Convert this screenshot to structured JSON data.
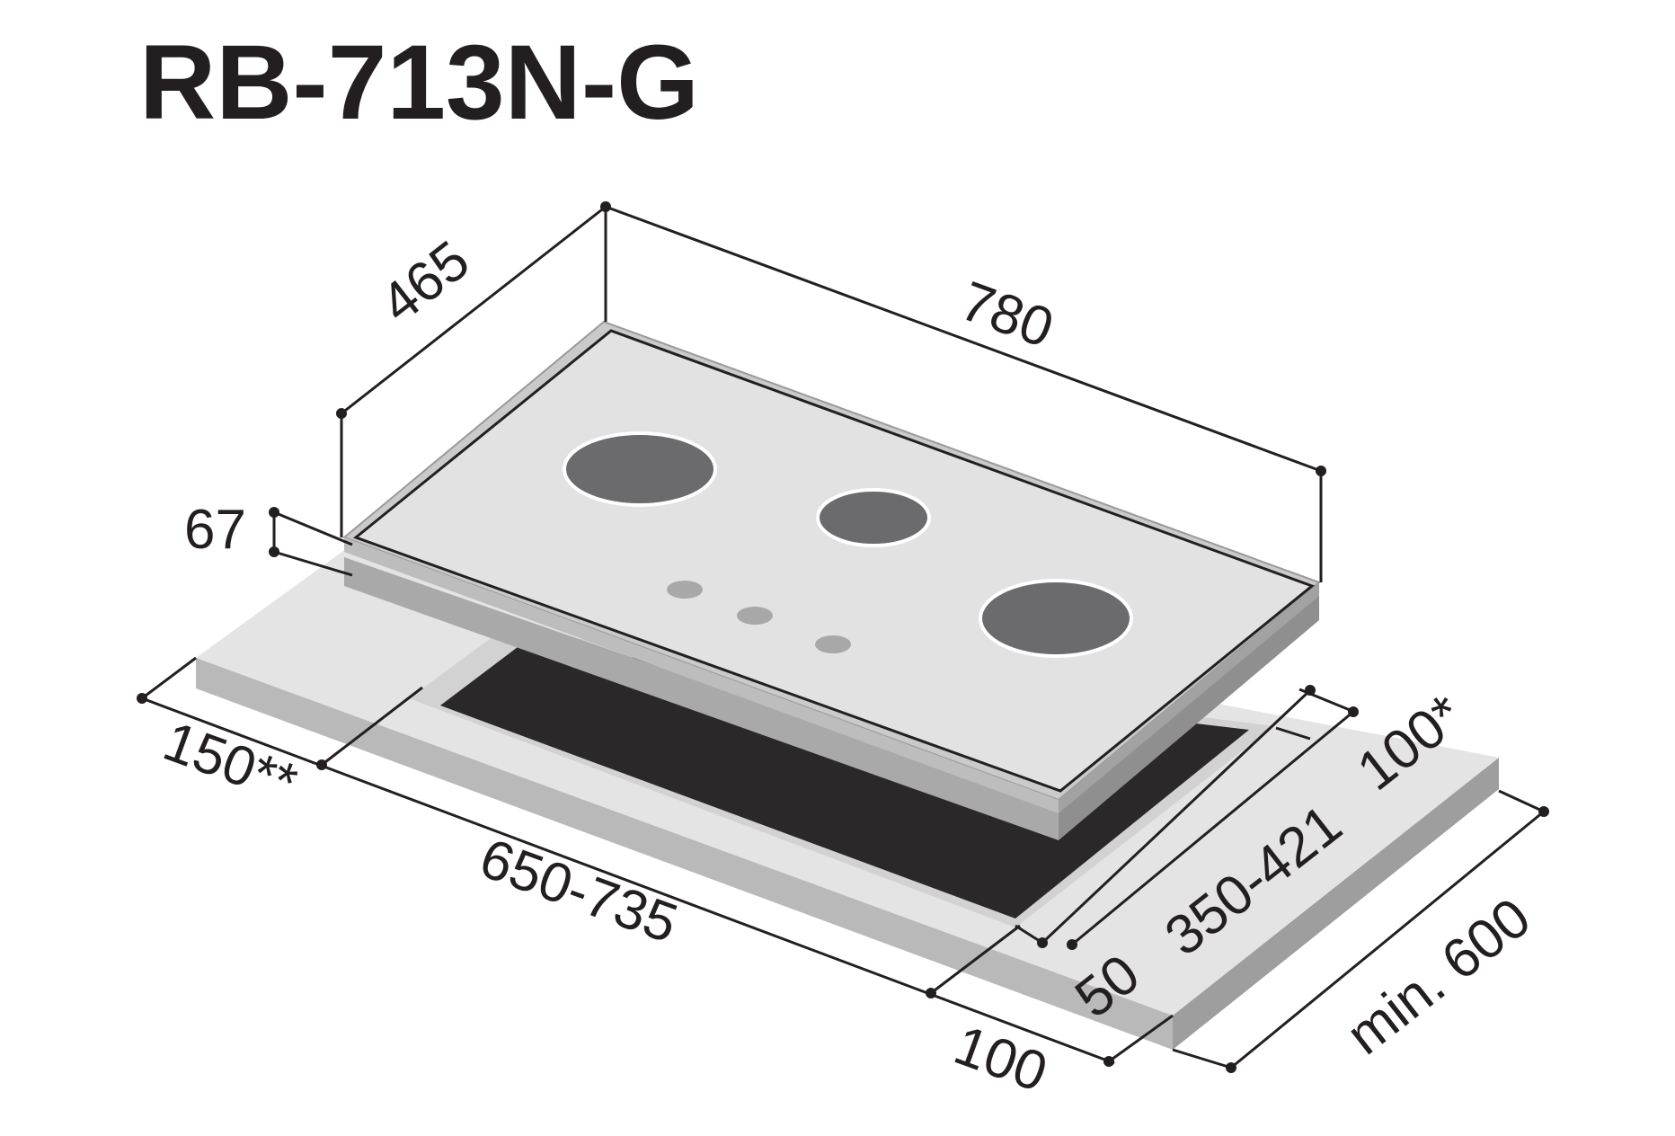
{
  "title": "RB-713N-G",
  "dimensions": {
    "depth": "465",
    "width": "780",
    "height": "67",
    "left_margin": "150**",
    "cutout_width": "650-735",
    "front_margin": "100",
    "front_offset": "50",
    "cutout_depth": "350-421",
    "rear_clearance": "100*",
    "countertop_depth": "min. 600"
  },
  "colors": {
    "ink": "#231f20",
    "glass": "#e2e2e2",
    "frame": "#c9c9c9",
    "burner": "#6b6b6d",
    "knob": "#a8a8a8",
    "counter_top": "#e4e4e4",
    "counter_side": "#b5b5b5",
    "cutout": "#2a2829"
  }
}
